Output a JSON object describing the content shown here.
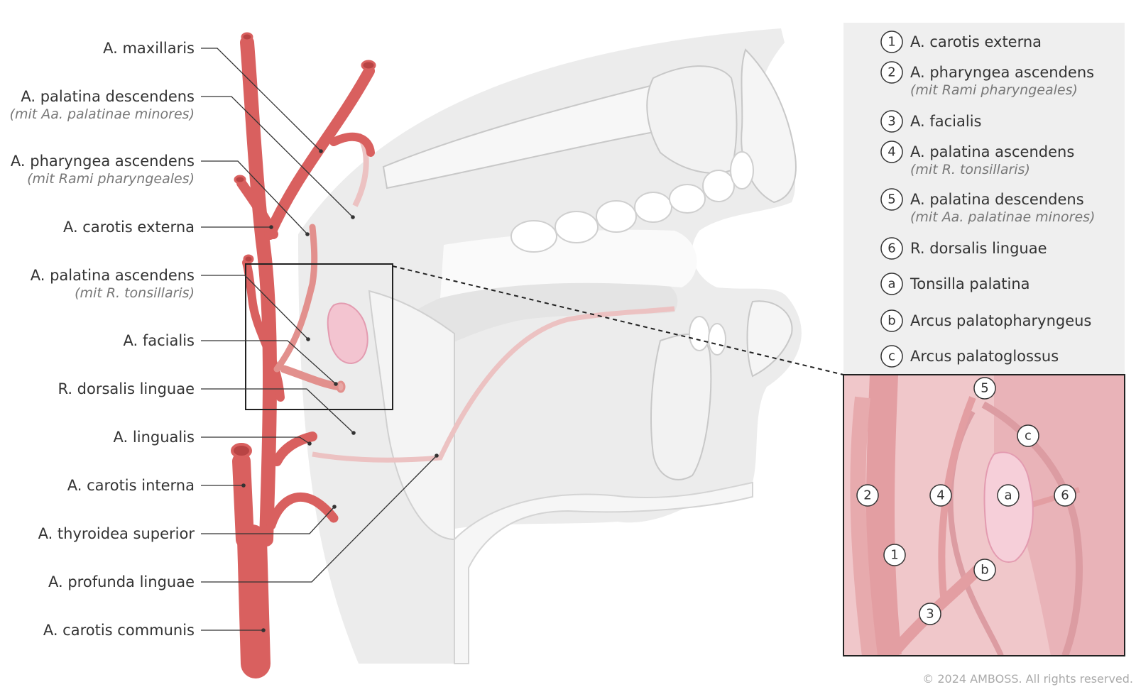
{
  "left_labels": [
    {
      "id": "maxillaris",
      "main": "A. maxillaris",
      "sub": ""
    },
    {
      "id": "palatina-descendens",
      "main": "A. palatina descendens",
      "sub": "(mit Aa. palatinae minores)"
    },
    {
      "id": "pharyngea-ascendens",
      "main": "A. pharyngea ascendens",
      "sub": "(mit Rami pharyngeales)"
    },
    {
      "id": "carotis-externa",
      "main": "A. carotis externa",
      "sub": ""
    },
    {
      "id": "palatina-ascendens",
      "main": "A. palatina ascendens",
      "sub": "(mit R. tonsillaris)"
    },
    {
      "id": "facialis",
      "main": "A. facialis",
      "sub": ""
    },
    {
      "id": "dorsalis-linguae",
      "main": "R. dorsalis linguae",
      "sub": ""
    },
    {
      "id": "lingualis",
      "main": "A. lingualis",
      "sub": ""
    },
    {
      "id": "carotis-interna",
      "main": "A. carotis interna",
      "sub": ""
    },
    {
      "id": "thyroidea-superior",
      "main": "A. thyroidea superior",
      "sub": ""
    },
    {
      "id": "profunda-linguae",
      "main": "A. profunda linguae",
      "sub": ""
    },
    {
      "id": "carotis-communis",
      "main": "A. carotis communis",
      "sub": ""
    }
  ],
  "legend": [
    {
      "marker": "1",
      "main": "A. carotis externa",
      "sub": ""
    },
    {
      "marker": "2",
      "main": "A. pharyngea ascendens",
      "sub": "(mit Rami pharyngeales)"
    },
    {
      "marker": "3",
      "main": "A. facialis",
      "sub": ""
    },
    {
      "marker": "4",
      "main": "A. palatina ascendens",
      "sub": "(mit R. tonsillaris)"
    },
    {
      "marker": "5",
      "main": "A. palatina descendens",
      "sub": "(mit Aa. palatinae minores)"
    },
    {
      "marker": "6",
      "main": "R. dorsalis linguae",
      "sub": ""
    },
    {
      "marker": "a",
      "main": "Tonsilla palatina",
      "sub": ""
    },
    {
      "marker": "b",
      "main": "Arcus palatopharyngeus",
      "sub": ""
    },
    {
      "marker": "c",
      "main": "Arcus palatoglossus",
      "sub": ""
    }
  ],
  "inset_markers": [
    "5",
    "c",
    "2",
    "4",
    "a",
    "6",
    "1",
    "b",
    "3"
  ],
  "copyright": "© 2024 AMBOSS. All rights reserved.",
  "colors": {
    "artery": "#d9605f",
    "artery_dark": "#b84444",
    "tonsil": "#f3c4d0",
    "inset_bg": "#eab4b9",
    "legend_bg": "#efefef",
    "tissue": "#e6e6e6"
  }
}
